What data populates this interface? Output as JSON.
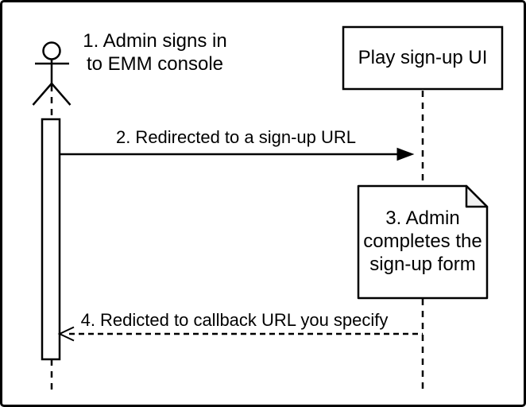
{
  "diagram": {
    "type": "uml-sequence-diagram",
    "background": "#ffffff",
    "frame_border_color": "#000000"
  },
  "participants": {
    "admin": {
      "kind": "actor-stick-figure"
    },
    "play_signup_ui": {
      "label": "Play sign-up UI",
      "kind": "rectangle"
    }
  },
  "messages": {
    "step1": "1. Admin signs in\nto EMM console",
    "step2": "2. Redirected to a sign-up URL",
    "step3_note": "3. Admin\ncompletes the\nsign-up form",
    "step4": "4. Redicted to callback URL you specify"
  },
  "colors": {
    "stroke": "#000000",
    "shape_fill": "#ffffff",
    "note_fold_fill": "#f2f2f2",
    "text": "#000000"
  }
}
